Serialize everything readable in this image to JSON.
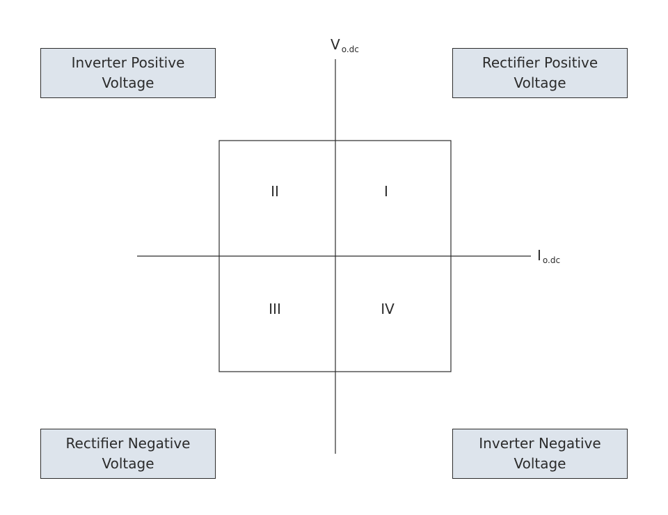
{
  "quadrant_boxes": {
    "top_left": {
      "line1": "Inverter Positive",
      "line2": "Voltage"
    },
    "top_right": {
      "line1": "Rectifier Positive",
      "line2": "Voltage"
    },
    "bottom_left": {
      "line1": "Rectifier Negative",
      "line2": "Voltage"
    },
    "bottom_right": {
      "line1": "Inverter Negative",
      "line2": "Voltage"
    }
  },
  "quadrant_numerals": {
    "q1": "I",
    "q2": "II",
    "q3": "III",
    "q4": "IV"
  },
  "axes": {
    "vertical": {
      "symbol": "V",
      "subscript": "o.dc"
    },
    "horizontal": {
      "symbol": "I",
      "subscript": "o.dc"
    }
  },
  "colors": {
    "box_fill": "#dde4ec",
    "line": "#2b2b2b"
  }
}
